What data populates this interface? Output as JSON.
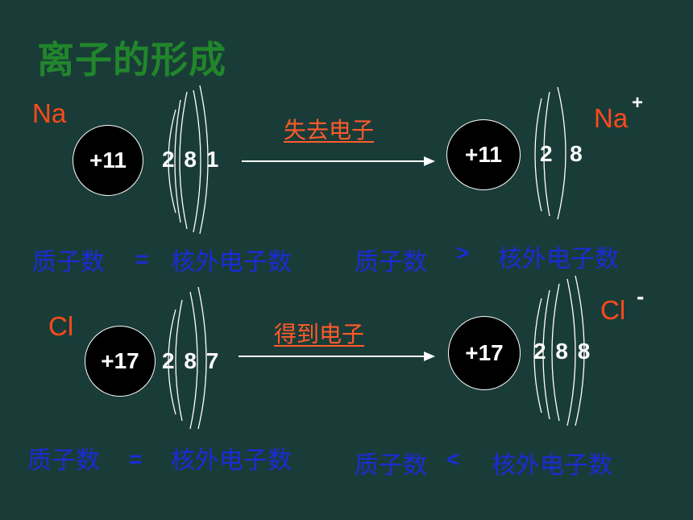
{
  "title": "离子的形成",
  "colors": {
    "background": "#1a3c38",
    "title": "#21862b",
    "element": "#ff4a1c",
    "relation": "#1a2cd6"
  },
  "rows": [
    {
      "atom": {
        "symbol": "Na",
        "nucleus": "+11",
        "shells": "2 8 1"
      },
      "process": "失去电子",
      "ion": {
        "symbol": "Na",
        "charge": "+",
        "nucleus": "+11",
        "shells": "2  8"
      },
      "atom_relation": {
        "left": "质子数",
        "op": "=",
        "right": "核外电子数"
      },
      "ion_relation": {
        "left": "质子数",
        "op": ">",
        "right": "核外电子数"
      }
    },
    {
      "atom": {
        "symbol": "Cl",
        "nucleus": "+17",
        "shells": "2 8 7"
      },
      "process": "得到电子",
      "ion": {
        "symbol": "Cl",
        "charge": "-",
        "nucleus": "+17",
        "shells": "2 8 8"
      },
      "atom_relation": {
        "left": "质子数",
        "op": "=",
        "right": "核外电子数"
      },
      "ion_relation": {
        "left": "质子数",
        "op": "<",
        "right": "核外电子数"
      }
    }
  ]
}
